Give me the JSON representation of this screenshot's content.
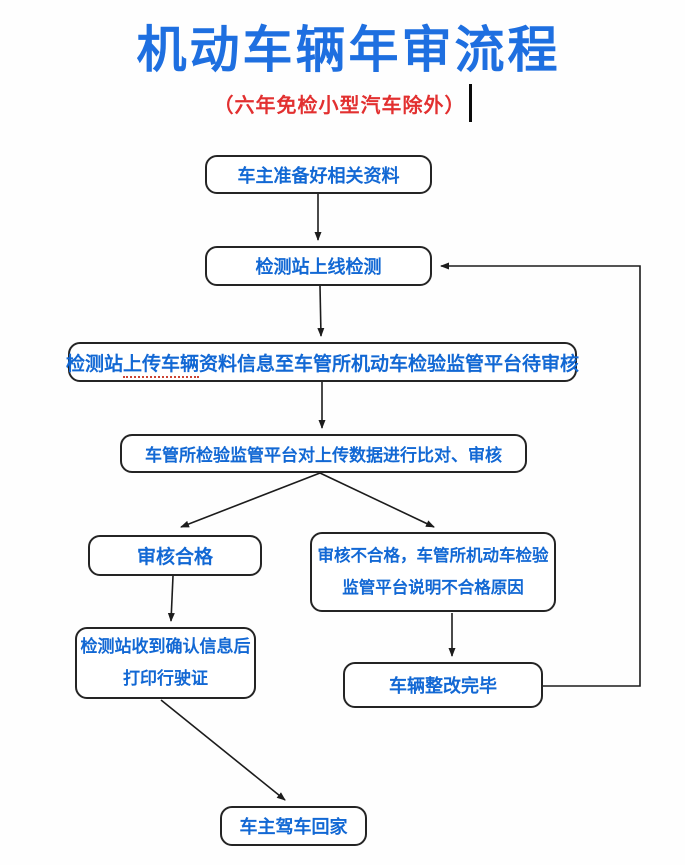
{
  "title": {
    "text": "机动车辆年审流程",
    "color": "#1e6fe0"
  },
  "subtitle": {
    "text": "（六年免检小型汽车除外）",
    "color": "#e23030"
  },
  "flowchart": {
    "node_text_color": "#1268d4",
    "node_border_color": "#242424",
    "connector_color": "#1c1c1c",
    "nodes": {
      "prepare": {
        "label": "车主准备好相关资料"
      },
      "inspection": {
        "label": "检测站上线检测"
      },
      "upload": {
        "prefix": "检测站",
        "underlined": "上传车辆",
        "suffix": "资料信息至车管所机动车检验监管平台待审核"
      },
      "compare": {
        "label": "车管所检验监管平台对上传数据进行比对、审核"
      },
      "pass": {
        "label": "审核合格"
      },
      "fail": {
        "line1": "审核不合格，车管所机动车检验",
        "line2": "监管平台说明不合格原因"
      },
      "print": {
        "line1": "检测站收到确认信息后",
        "line2": "打印行驶证"
      },
      "rectify": {
        "label": "车辆整改完毕"
      },
      "home": {
        "label": "车主驾车回家"
      }
    },
    "edges": [
      {
        "from": "prepare",
        "to": "inspection"
      },
      {
        "from": "inspection",
        "to": "upload"
      },
      {
        "from": "upload",
        "to": "compare"
      },
      {
        "from": "compare",
        "to": "pass"
      },
      {
        "from": "compare",
        "to": "fail"
      },
      {
        "from": "pass",
        "to": "print"
      },
      {
        "from": "fail",
        "to": "rectify"
      },
      {
        "from": "print",
        "to": "home"
      },
      {
        "from": "rectify",
        "to": "inspection"
      }
    ]
  }
}
